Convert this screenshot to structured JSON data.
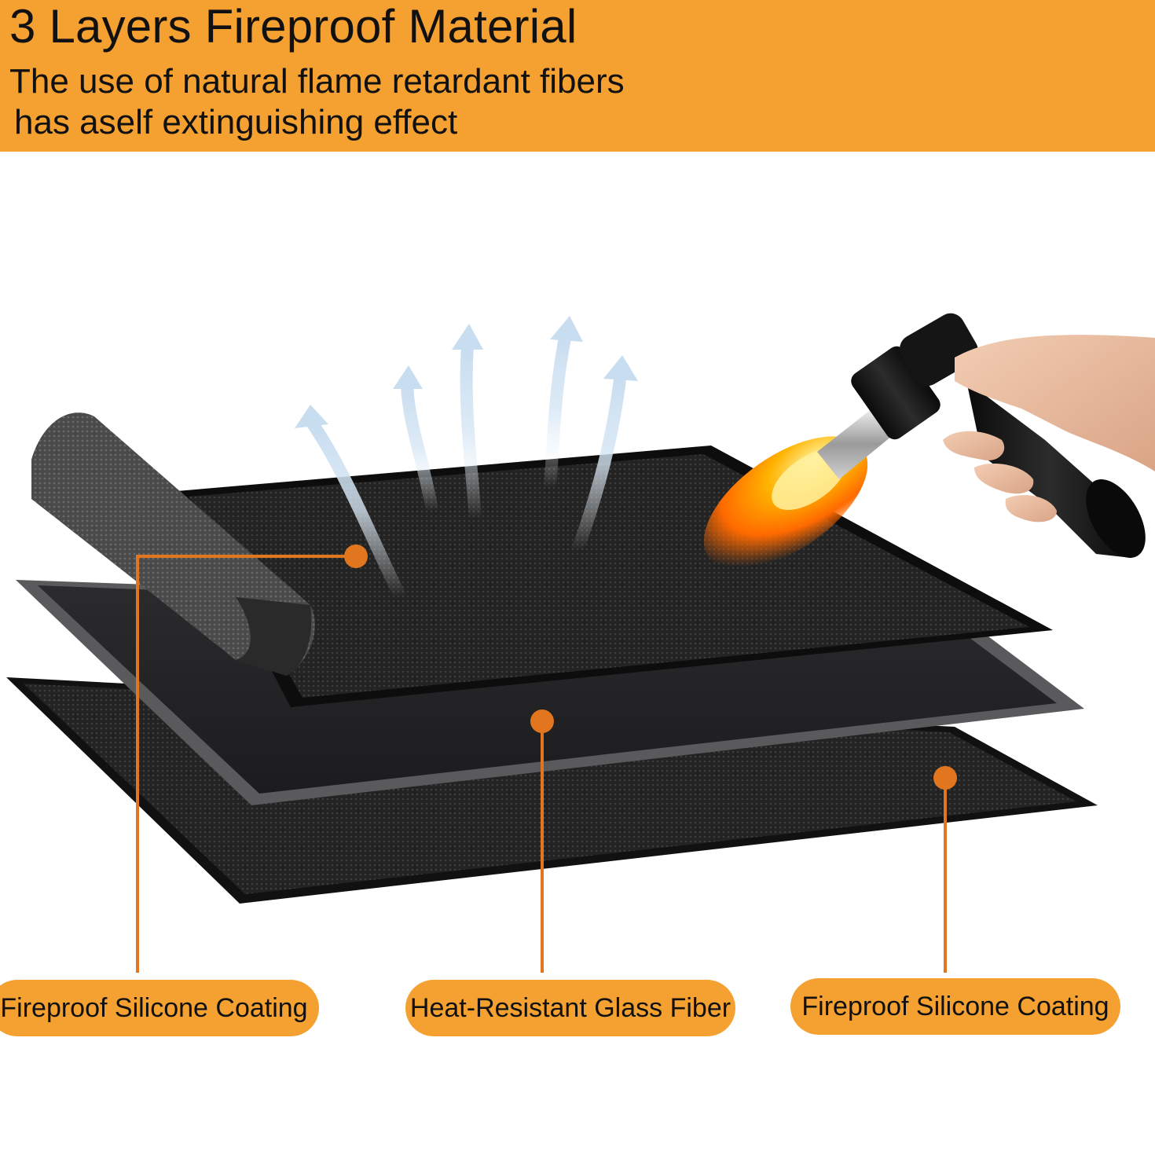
{
  "header": {
    "title": "3 Layers Fireproof Material",
    "subtitle_line1": "The use of natural flame retardant fibers",
    "subtitle_line2": "has aself extinguishing effect"
  },
  "layers": [
    {
      "label": "Fireproof Silicone Coating"
    },
    {
      "label": "Heat-Resistant Glass Fiber"
    },
    {
      "label": "Fireproof Silicone Coating"
    }
  ],
  "colors": {
    "accent": "#f4a131",
    "callout_line": "#e2761f",
    "mat_dark": "#1e1e1e",
    "mat_mid": "#3a3a3c",
    "mat_border": "#555558",
    "heat_arrow": "#dce9f5",
    "flame": "#ff8a00"
  },
  "icons": {
    "torch": "blow-torch-icon",
    "hand": "hand-icon",
    "flame": "flame-icon",
    "heat_arrows": "heat-arrows-icon"
  }
}
